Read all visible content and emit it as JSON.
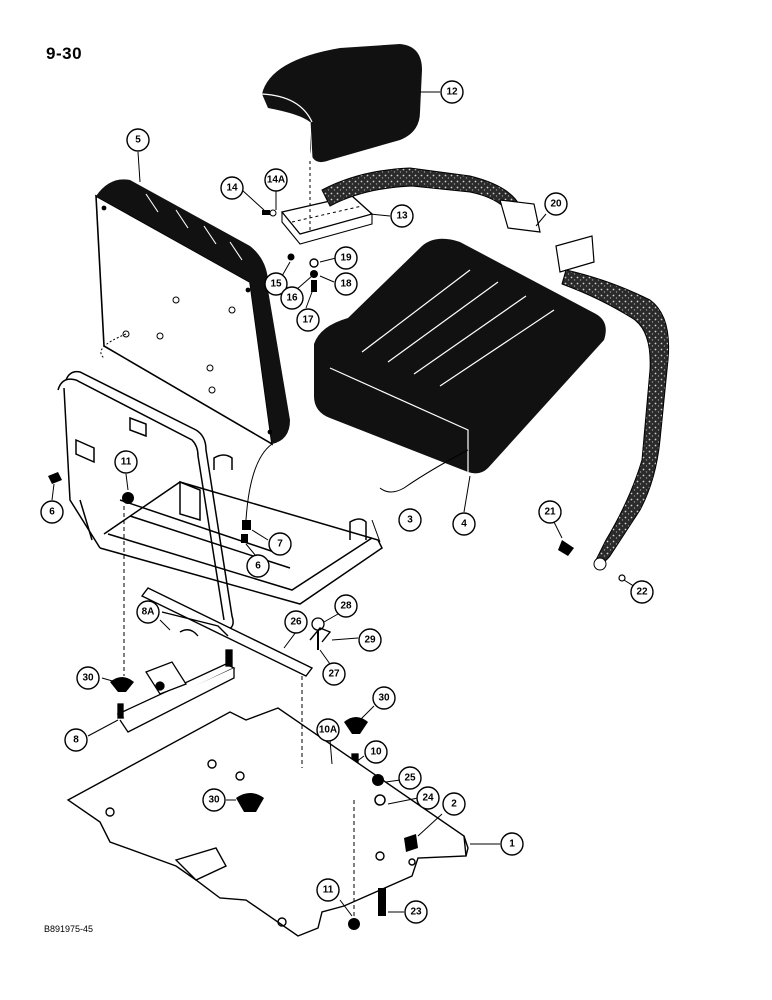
{
  "page_number": "9-30",
  "reference_code": "B891975-45",
  "callouts": [
    {
      "id": "c12",
      "label": "12"
    },
    {
      "id": "c5",
      "label": "5"
    },
    {
      "id": "c14",
      "label": "14"
    },
    {
      "id": "c14a",
      "label": "14A"
    },
    {
      "id": "c13",
      "label": "13"
    },
    {
      "id": "c20",
      "label": "20"
    },
    {
      "id": "c19",
      "label": "19"
    },
    {
      "id": "c18",
      "label": "18"
    },
    {
      "id": "c15",
      "label": "15"
    },
    {
      "id": "c16",
      "label": "16"
    },
    {
      "id": "c17",
      "label": "17"
    },
    {
      "id": "c11a",
      "label": "11"
    },
    {
      "id": "c6a",
      "label": "6"
    },
    {
      "id": "c7",
      "label": "7"
    },
    {
      "id": "c6b",
      "label": "6"
    },
    {
      "id": "c3",
      "label": "3"
    },
    {
      "id": "c4",
      "label": "4"
    },
    {
      "id": "c21",
      "label": "21"
    },
    {
      "id": "c22",
      "label": "22"
    },
    {
      "id": "c28",
      "label": "28"
    },
    {
      "id": "c29",
      "label": "29"
    },
    {
      "id": "c27",
      "label": "27"
    },
    {
      "id": "c26",
      "label": "26"
    },
    {
      "id": "c8a",
      "label": "8A"
    },
    {
      "id": "c30a",
      "label": "30"
    },
    {
      "id": "c8",
      "label": "8"
    },
    {
      "id": "c30b",
      "label": "30"
    },
    {
      "id": "c10a",
      "label": "10A"
    },
    {
      "id": "c10",
      "label": "10"
    },
    {
      "id": "c25",
      "label": "25"
    },
    {
      "id": "c24",
      "label": "24"
    },
    {
      "id": "c2",
      "label": "2"
    },
    {
      "id": "c30c",
      "label": "30"
    },
    {
      "id": "c1",
      "label": "1"
    },
    {
      "id": "c11b",
      "label": "11"
    },
    {
      "id": "c23",
      "label": "23"
    }
  ]
}
